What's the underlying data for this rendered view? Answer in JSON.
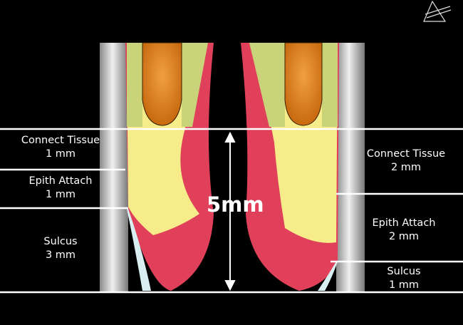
{
  "left": {
    "connect_tissue": {
      "title": "Connect Tissue",
      "value": "1 mm"
    },
    "epith_attach": {
      "title": "Epith Attach",
      "value": "1 mm"
    },
    "sulcus": {
      "title": "Sulcus",
      "value": "3 mm"
    }
  },
  "center": {
    "measurement": "5mm"
  },
  "right": {
    "connect_tissue": {
      "title": "Connect Tissue",
      "value": "2 mm"
    },
    "epith_attach": {
      "title": "Epith Attach",
      "value": "2 mm"
    },
    "sulcus": {
      "title": "Sulcus",
      "value": "1 mm"
    }
  },
  "colors": {
    "background": "#000000",
    "tooth": "#c8c8c8",
    "tissue": "#f7ec8a",
    "gingiva": "#e0405a",
    "bone": "#e08a2a",
    "line": "#ffffff"
  }
}
